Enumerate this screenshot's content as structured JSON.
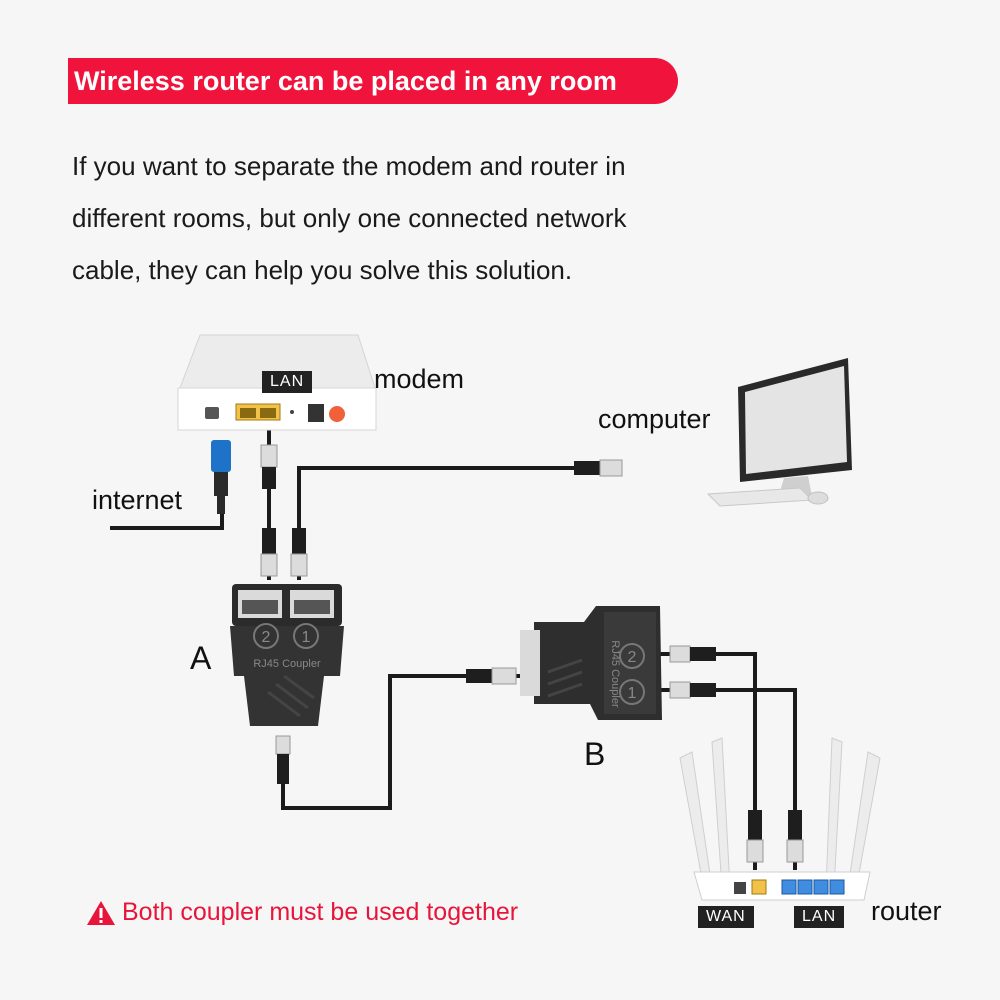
{
  "banner": {
    "title": "Wireless router can be placed in any room",
    "color": "#f0143c"
  },
  "intro": {
    "lines": [
      "If you want to separate the modem and router in",
      "different rooms, but only one connected network",
      "cable, they can help you solve this solution."
    ]
  },
  "labels": {
    "modem": "modem",
    "computer": "computer",
    "internet": "internet",
    "router": "router",
    "coupler_a": "A",
    "coupler_b": "B"
  },
  "port_tags": {
    "modem_lan": "LAN",
    "router_wan": "WAN",
    "router_lan": "LAN"
  },
  "coupler_text": {
    "print": "RJ45 Coupler",
    "port_1": "1",
    "port_2": "2"
  },
  "warning": {
    "icon": "warning-triangle-icon",
    "text": "Both coupler must be used together",
    "color": "#e8153b"
  }
}
